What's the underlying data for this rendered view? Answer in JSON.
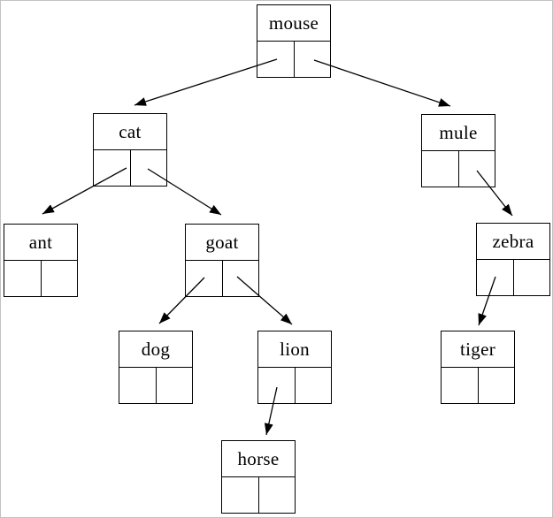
{
  "figure": {
    "kind": "linked binary search tree diagram",
    "background_color": "#ffffff",
    "frame_border_color": "#c2c2c2",
    "line_color": "#000000",
    "text_color": "#000000"
  },
  "nodes": {
    "mouse": {
      "label": "mouse"
    },
    "cat": {
      "label": "cat"
    },
    "mule": {
      "label": "mule"
    },
    "ant": {
      "label": "ant"
    },
    "goat": {
      "label": "goat"
    },
    "zebra": {
      "label": "zebra"
    },
    "dog": {
      "label": "dog"
    },
    "lion": {
      "label": "lion"
    },
    "tiger": {
      "label": "tiger"
    },
    "horse": {
      "label": "horse"
    }
  },
  "tree": {
    "root": "mouse",
    "edges": [
      {
        "from": "mouse",
        "pointer": "left",
        "to": "cat"
      },
      {
        "from": "mouse",
        "pointer": "right",
        "to": "mule"
      },
      {
        "from": "cat",
        "pointer": "left",
        "to": "ant"
      },
      {
        "from": "cat",
        "pointer": "right",
        "to": "goat"
      },
      {
        "from": "goat",
        "pointer": "left",
        "to": "dog"
      },
      {
        "from": "goat",
        "pointer": "right",
        "to": "lion"
      },
      {
        "from": "lion",
        "pointer": "left",
        "to": "horse"
      },
      {
        "from": "mule",
        "pointer": "right",
        "to": "zebra"
      },
      {
        "from": "zebra",
        "pointer": "left",
        "to": "tiger"
      }
    ]
  }
}
